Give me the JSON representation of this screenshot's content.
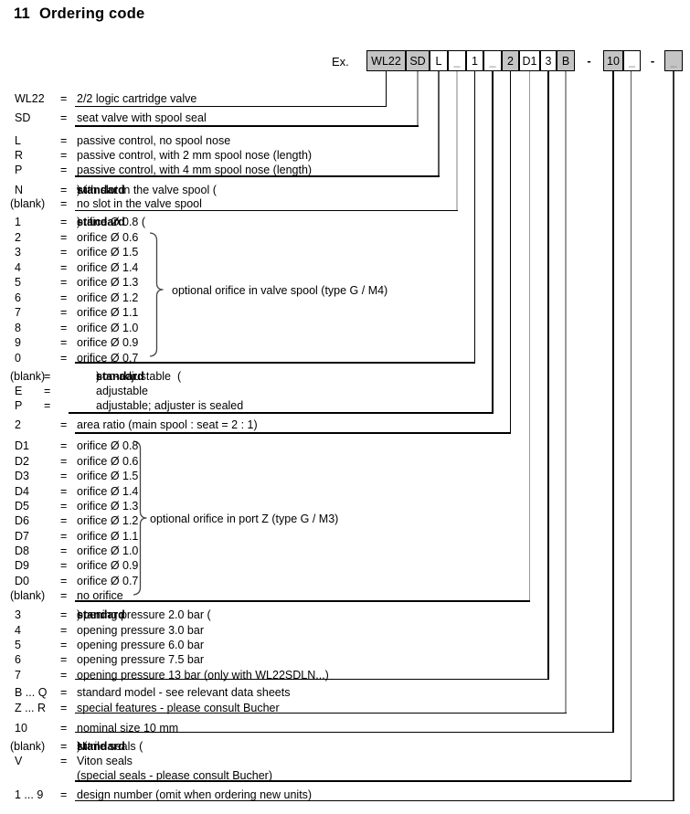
{
  "title": {
    "number": "11",
    "text": "Ordering code"
  },
  "example_label": "Ex.",
  "symbols": {
    "equals": "="
  },
  "boxes": [
    {
      "label": "WL22",
      "shaded": true
    },
    {
      "label": "SD",
      "shaded": true
    },
    {
      "label": "L",
      "shaded": false
    },
    {
      "label": "_",
      "shaded": false,
      "placeholder": true
    },
    {
      "label": "1",
      "shaded": false
    },
    {
      "label": "_",
      "shaded": false,
      "placeholder": true
    },
    {
      "label": "2",
      "shaded": true
    },
    {
      "label": "D1",
      "shaded": false
    },
    {
      "label": "3",
      "shaded": false
    },
    {
      "label": "B",
      "shaded": true
    },
    {
      "label": "-",
      "separator": true
    },
    {
      "label": "10",
      "shaded": true
    },
    {
      "label": "_",
      "shaded": false,
      "placeholder": true
    },
    {
      "label": "-",
      "separator": true
    },
    {
      "label": "_",
      "shaded": true,
      "placeholder": true
    }
  ],
  "groups": [
    {
      "rows": [
        {
          "code": "WL22",
          "desc": [
            {
              "t": "2/2 logic cartridge valve"
            }
          ]
        }
      ]
    },
    {
      "rows": [
        {
          "code": "SD",
          "desc": [
            {
              "t": "seat valve with spool seal"
            }
          ]
        }
      ]
    },
    {
      "rows": [
        {
          "code": "L",
          "desc": [
            {
              "t": "passive control, no spool nose"
            }
          ]
        },
        {
          "code": "R",
          "desc": [
            {
              "t": "passive control, with 2 mm spool nose (length)"
            }
          ]
        },
        {
          "code": "P",
          "desc": [
            {
              "t": "passive control, with 4 mm spool nose (length)"
            }
          ]
        }
      ]
    },
    {
      "rows": [
        {
          "code": "N",
          "desc": [
            {
              "t": "with slot in the valve spool ("
            },
            {
              "t": "standard",
              "b": true
            },
            {
              "t": ")"
            }
          ]
        },
        {
          "code": "(blank)",
          "desc": [
            {
              "t": "no slot in the valve spool"
            }
          ]
        }
      ]
    },
    {
      "rows": [
        {
          "code": "1",
          "desc": [
            {
              "t": "orifice Ø 0.8 ("
            },
            {
              "t": "standard",
              "b": true
            },
            {
              "t": ")"
            }
          ]
        },
        {
          "code": "2",
          "desc": [
            {
              "t": "orifice Ø 0.6"
            }
          ]
        },
        {
          "code": "3",
          "desc": [
            {
              "t": "orifice Ø 1.5"
            }
          ]
        },
        {
          "code": "4",
          "desc": [
            {
              "t": "orifice Ø 1.4"
            }
          ]
        },
        {
          "code": "5",
          "desc": [
            {
              "t": "orifice Ø 1.3"
            }
          ]
        },
        {
          "code": "6",
          "desc": [
            {
              "t": "orifice Ø 1.2"
            }
          ]
        },
        {
          "code": "7",
          "desc": [
            {
              "t": "orifice Ø 1.1"
            }
          ]
        },
        {
          "code": "8",
          "desc": [
            {
              "t": "orifice Ø 1.0"
            }
          ]
        },
        {
          "code": "9",
          "desc": [
            {
              "t": "orifice Ø 0.9"
            }
          ]
        },
        {
          "code": "0",
          "desc": [
            {
              "t": "orifice Ø 0.7"
            }
          ]
        }
      ]
    },
    {
      "rows": [
        {
          "code": "(blank)",
          "desc": [
            {
              "t": "non-adjustable  ("
            },
            {
              "t": "standard",
              "b": true
            },
            {
              "t": ")"
            }
          ]
        },
        {
          "code": "E",
          "desc": [
            {
              "t": "adjustable"
            }
          ]
        },
        {
          "code": "P",
          "desc": [
            {
              "t": "adjustable; adjuster is sealed"
            }
          ]
        }
      ]
    },
    {
      "rows": [
        {
          "code": "2",
          "desc": [
            {
              "t": "area ratio (main spool : seat = 2 : 1)"
            }
          ]
        }
      ]
    },
    {
      "rows": [
        {
          "code": "D1",
          "desc": [
            {
              "t": "orifice Ø 0.8"
            }
          ]
        },
        {
          "code": "D2",
          "desc": [
            {
              "t": "orifice Ø 0.6"
            }
          ]
        },
        {
          "code": "D3",
          "desc": [
            {
              "t": "orifice Ø 1.5"
            }
          ]
        },
        {
          "code": "D4",
          "desc": [
            {
              "t": "orifice Ø 1.4"
            }
          ]
        },
        {
          "code": "D5",
          "desc": [
            {
              "t": "orifice Ø 1.3"
            }
          ]
        },
        {
          "code": "D6",
          "desc": [
            {
              "t": "orifice Ø 1.2"
            }
          ]
        },
        {
          "code": "D7",
          "desc": [
            {
              "t": "orifice Ø 1.1"
            }
          ]
        },
        {
          "code": "D8",
          "desc": [
            {
              "t": "orifice Ø 1.0"
            }
          ]
        },
        {
          "code": "D9",
          "desc": [
            {
              "t": "orifice Ø 0.9"
            }
          ]
        },
        {
          "code": "D0",
          "desc": [
            {
              "t": "orifice Ø 0.7"
            }
          ]
        },
        {
          "code": "(blank)",
          "desc": [
            {
              "t": "no orifice"
            }
          ]
        }
      ]
    },
    {
      "rows": [
        {
          "code": "3",
          "desc": [
            {
              "t": "opening pressure 2.0 bar ("
            },
            {
              "t": "standard",
              "b": true
            },
            {
              "t": ")"
            }
          ]
        },
        {
          "code": "4",
          "desc": [
            {
              "t": "opening pressure 3.0 bar"
            }
          ]
        },
        {
          "code": "5",
          "desc": [
            {
              "t": "opening pressure 6.0 bar"
            }
          ]
        },
        {
          "code": "6",
          "desc": [
            {
              "t": "opening pressure 7.5 bar"
            }
          ]
        },
        {
          "code": "7",
          "desc": [
            {
              "t": "opening pressure 13 bar (only with WL22SDLN...)"
            }
          ]
        }
      ]
    },
    {
      "rows": [
        {
          "code": "B ... Q",
          "desc": [
            {
              "t": "standard model - see relevant data sheets"
            }
          ]
        },
        {
          "code": "Z ... R",
          "desc": [
            {
              "t": "special features - please consult Bucher"
            }
          ]
        }
      ]
    },
    {
      "rows": [
        {
          "code": "10",
          "desc": [
            {
              "t": "nominal size 10 mm"
            }
          ]
        }
      ]
    },
    {
      "rows": [
        {
          "code": "(blank)",
          "desc": [
            {
              "t": "Nitrile seals ("
            },
            {
              "t": "standard",
              "b": true
            },
            {
              "t": ")"
            }
          ]
        },
        {
          "code": "V",
          "desc": [
            {
              "t": "Viton seals"
            }
          ]
        },
        {
          "no_eq": true,
          "desc": [
            {
              "t": "(special seals - please consult Bucher)"
            }
          ]
        }
      ]
    },
    {
      "rows": [
        {
          "code": "1 ... 9",
          "desc": [
            {
              "t": "design number (omit when ordering new units)"
            }
          ]
        }
      ]
    }
  ],
  "braces": [
    {
      "label": "optional orifice in valve spool (type G / M4)"
    },
    {
      "label": "optional orifice in port Z (type G / M3)"
    }
  ]
}
